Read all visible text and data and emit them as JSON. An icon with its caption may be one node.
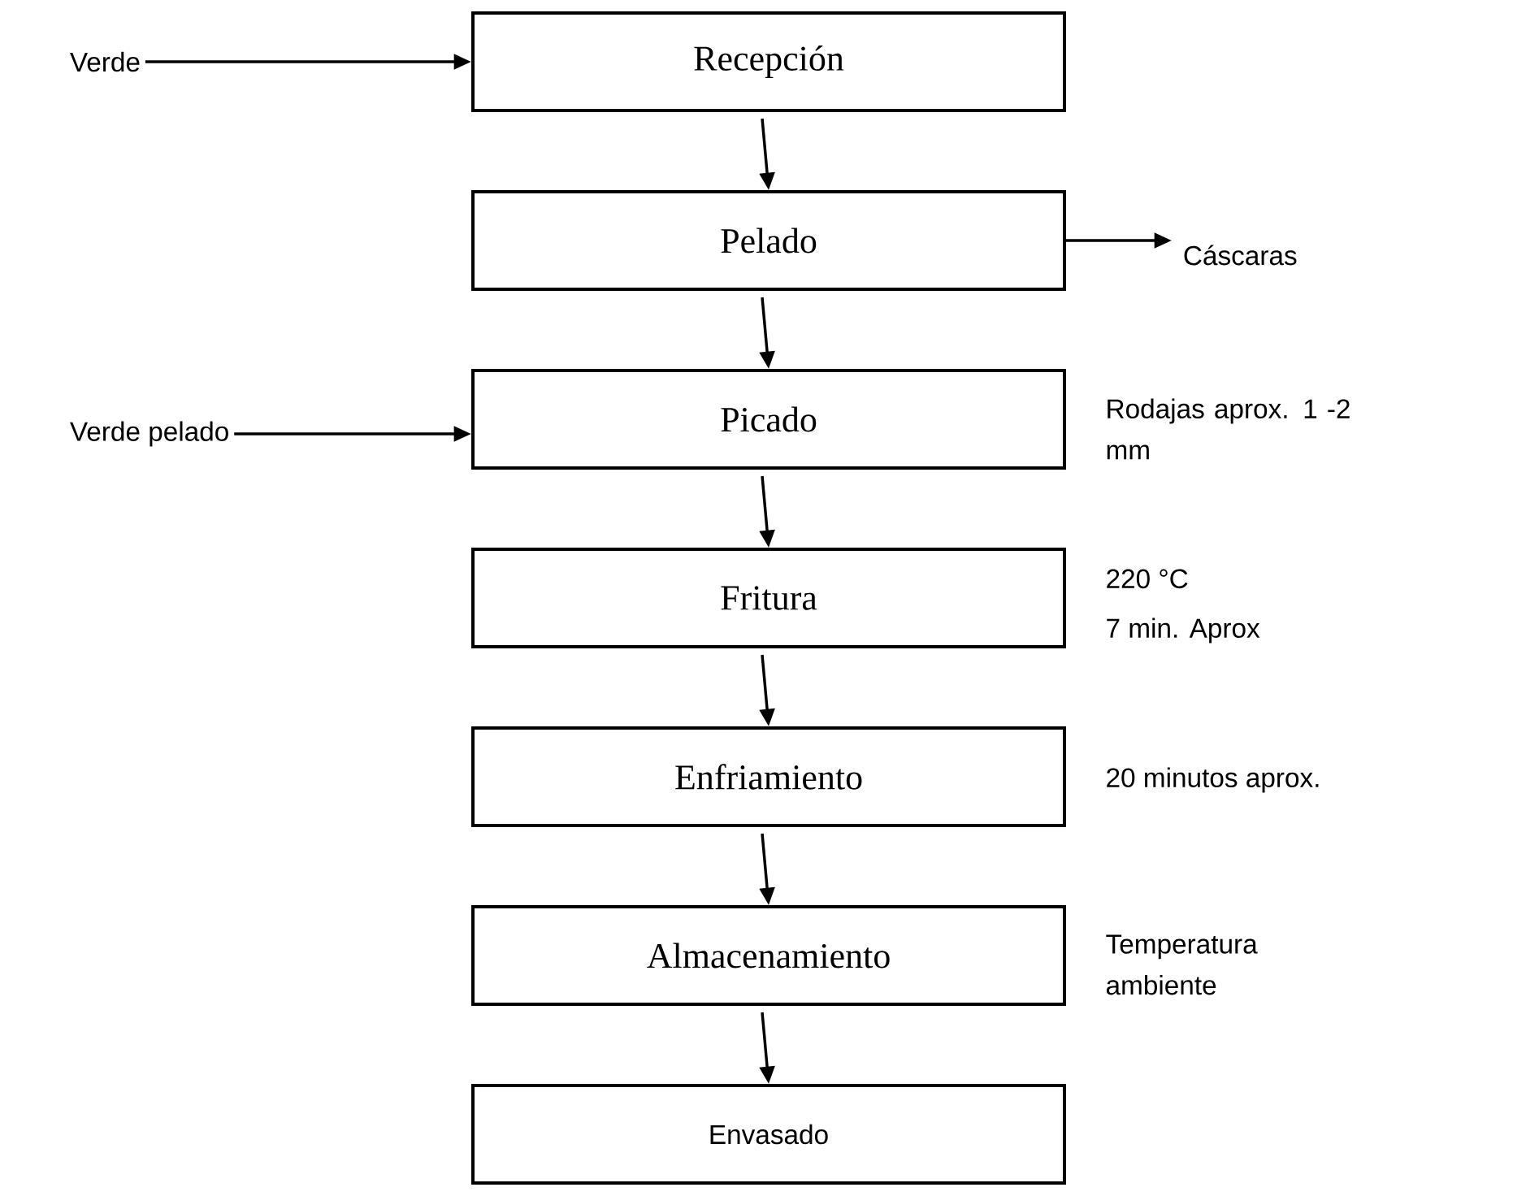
{
  "diagram": {
    "nodes": [
      {
        "text": [
          "Verde"
        ]
      },
      {
        "text": [
          "Recepción"
        ]
      },
      {
        "text": [
          "Pelado"
        ]
      },
      {
        "text": [
          "Cáscaras"
        ]
      },
      {
        "text": [
          "Verde pelado"
        ]
      },
      {
        "text": [
          "Picado"
        ],
        "beside": [
          "Rodajas aprox. 1 -2 mm"
        ]
      },
      {
        "text": [
          "Fritura"
        ],
        "beside": [
          "220 °C",
          "7 min. Aprox"
        ]
      },
      {
        "text": [
          "Enfriamiento"
        ],
        "beside": [
          "20 minutos aprox."
        ]
      },
      {
        "text": [
          "Almacenamiento"
        ],
        "beside": [
          "Temperatura ambiente"
        ]
      },
      {
        "text": [
          "Envasado"
        ]
      }
    ],
    "edges": [
      {
        "from": 0,
        "to": 1,
        "arrow": "to"
      },
      {
        "from": 1,
        "to": 2,
        "arrow": "to"
      },
      {
        "from": 2,
        "to": 3,
        "arrow": "to"
      },
      {
        "from": 2,
        "to": 5,
        "arrow": "to"
      },
      {
        "from": 4,
        "to": 5,
        "arrow": "to"
      },
      {
        "from": 5,
        "to": 6,
        "arrow": "to"
      },
      {
        "from": 6,
        "to": 7,
        "arrow": "to"
      },
      {
        "from": 7,
        "to": 8,
        "arrow": "to"
      },
      {
        "from": 8,
        "to": 9,
        "arrow": "to"
      }
    ]
  }
}
